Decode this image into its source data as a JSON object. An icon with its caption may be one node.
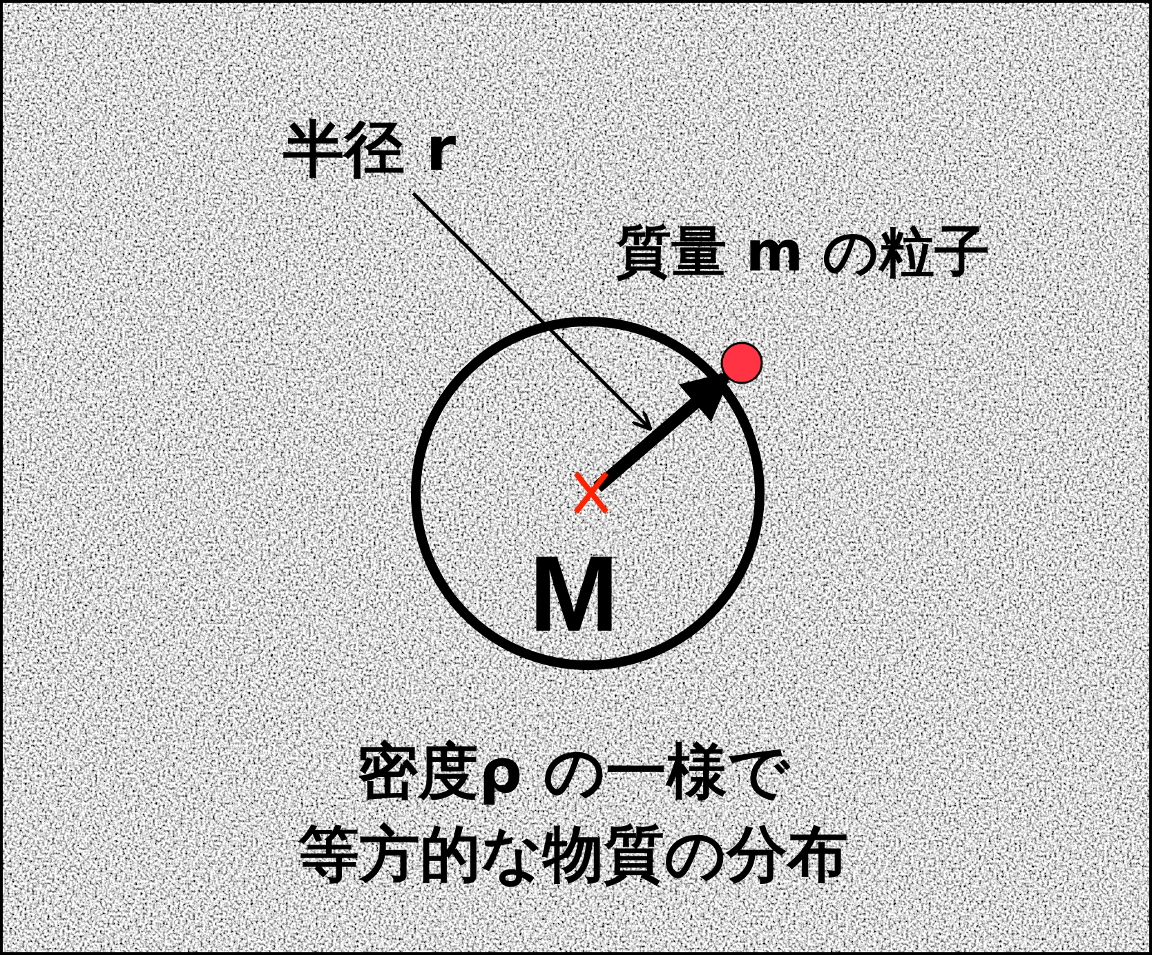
{
  "diagram": {
    "nodes": [
      {
        "text": [
          "M"
        ]
      },
      {
        "text": [],
        "shape": "cross",
        "in": 0
      },
      {
        "text": [],
        "shape": "circle",
        "beside": [
          "質量 m の粒子"
        ]
      },
      {
        "text": [
          "半径 r"
        ]
      }
    ],
    "edges": [
      {
        "from": 1,
        "to": 2,
        "arrow": "to",
        "style": "thick"
      },
      {
        "from": 3,
        "to": null,
        "arrow": "to"
      }
    ],
    "labels": [
      "密度ρ の一様で等方的な物質の分布"
    ]
  }
}
